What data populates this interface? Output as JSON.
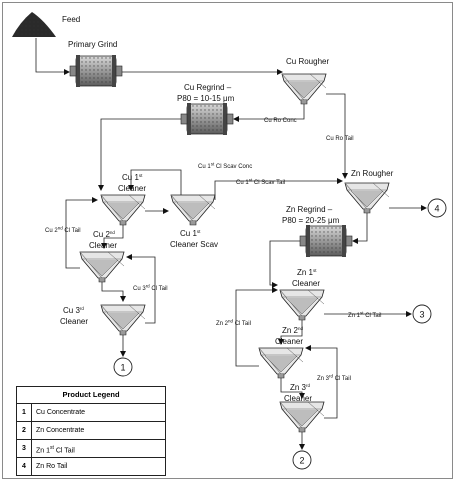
{
  "labels": {
    "feed": "Feed",
    "primary_grind": "Primary Grind",
    "cu_rougher": "Cu Rougher",
    "cu_regrind_1": "Cu Regrind –",
    "cu_regrind_2": "P80 = 10-15 μm",
    "cu_ro_conc": "Cu Ro Conc",
    "cu_ro_tail": "Cu Ro Tail",
    "cu_1st_cleaner": "Cu 1",
    "cu_1st_cleaner_sup": "st",
    "cu_2nd_cleaner": "Cu 2",
    "cu_2nd_cleaner_sup": "nd",
    "cu_3rd_cleaner": "Cu 3",
    "cu_3rd_cleaner_sup": "rd",
    "cleaner_word": "Cleaner",
    "cu_1st_cleaner_scav_a": "Cu 1",
    "cu_1st_cleaner_scav_sup": "st",
    "cu_1st_cleaner_scav_b": "Cleaner Scav",
    "cu_1st_cl_scav_conc_a": "Cu 1",
    "cu_1st_cl_scav_conc_sup": "st",
    "cu_1st_cl_scav_conc_b": " Cl Scav Conc",
    "cu_1st_cl_scav_tail_a": "Cu 1",
    "cu_1st_cl_scav_tail_sup": "st",
    "cu_1st_cl_scav_tail_b": " Cl Scav Tail",
    "cu_2nd_cl_tail_a": "Cu 2",
    "cu_2nd_cl_tail_sup": "nd",
    "cu_2nd_cl_tail_b": " Cl Tail",
    "cu_3rd_cl_tail_a": "Cu 3",
    "cu_3rd_cl_tail_sup": "rd",
    "cu_3rd_cl_tail_b": " Cl Tail",
    "zn_rougher": "Zn Rougher",
    "zn_regrind_1": "Zn Regrind –",
    "zn_regrind_2": "P80 = 20-25 μm",
    "zn_1st_cleaner": "Zn 1",
    "zn_1st_cleaner_sup": "st",
    "zn_2nd_cleaner": "Zn 2",
    "zn_2nd_cleaner_sup": "nd",
    "zn_3rd_cleaner": "Zn 3",
    "zn_3rd_cleaner_sup": "rd",
    "zn_1st_cl_tail_a": "Zn 1",
    "zn_1st_cl_tail_sup": "st",
    "zn_1st_cl_tail_b": " Cl Tail",
    "zn_2nd_cl_tail_a": "Zn 2",
    "zn_2nd_cl_tail_sup": "nd",
    "zn_2nd_cl_tail_b": " Cl Tail",
    "zn_3rd_cl_tail_a": "Zn 3",
    "zn_3rd_cl_tail_sup": "rd",
    "zn_3rd_cl_tail_b": " Cl Tail"
  },
  "nodes": {
    "n1": "1",
    "n2": "2",
    "n3": "3",
    "n4": "4"
  },
  "legend": {
    "title": "Product Legend",
    "rows": [
      {
        "num": "1",
        "a": "Cu Concentrate",
        "sup": "",
        "b": ""
      },
      {
        "num": "2",
        "a": "Zn Concentrate",
        "sup": "",
        "b": ""
      },
      {
        "num": "3",
        "a": "Zn 1",
        "sup": "st",
        "b": " Cl Tail"
      },
      {
        "num": "4",
        "a": "Zn Ro Tail",
        "sup": "",
        "b": ""
      }
    ]
  }
}
